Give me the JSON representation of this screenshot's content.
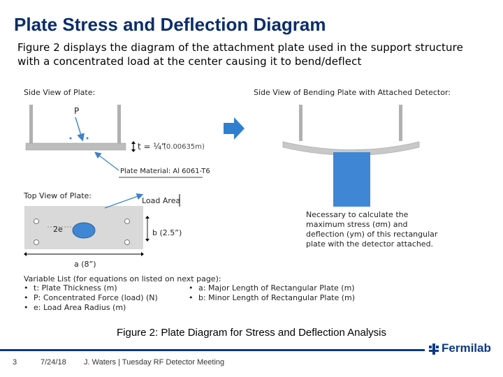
{
  "slide": {
    "title": "Plate Stress and Deflection Diagram",
    "intro": "Figure 2 displays the diagram of the attachment plate used in the support structure with a concentrated load at the center causing it to bend/deflect"
  },
  "figure": {
    "side_view_label": "Side View of Plate:",
    "load_label": "P",
    "thickness_label": "t = ¼”",
    "thickness_metric": "(0.00635m)",
    "material_label": "Plate Material: Al 6061-T6",
    "bending_view_label": "Side View of Bending Plate with Attached Detector:",
    "top_view_label": "Top View of Plate:",
    "load_area_label": "Load Area",
    "diameter_label": "2e",
    "width_label": "b (2.5”)",
    "length_label": "a (8”)",
    "stress_note": "Necessary to calculate the maximum stress (σm) and deflection (ym) of this rectangular plate with the detector attached.",
    "variable_list_heading": "Variable List (for equations on listed on next page):",
    "variables": [
      "t: Plate Thickness (m)",
      "P: Concentrated Force (load) (N)",
      "e: Load Area Radius (m)",
      "a: Major Length of Rectangular Plate (m)",
      "b: Minor Length of Rectangular Plate (m)"
    ],
    "bullet": "•",
    "colors": {
      "plate": "#b8b8b8",
      "detector": "#3f87d4",
      "arrow": "#3f82c8"
    }
  },
  "caption": "Figure 2: Plate Diagram for Stress and Deflection Analysis",
  "footer": {
    "page_number": "3",
    "date": "7/24/18",
    "text": "J. Waters | Tuesday RF Detector Meeting",
    "logo_text": "Fermilab",
    "rule_color": "#0b3a86"
  }
}
